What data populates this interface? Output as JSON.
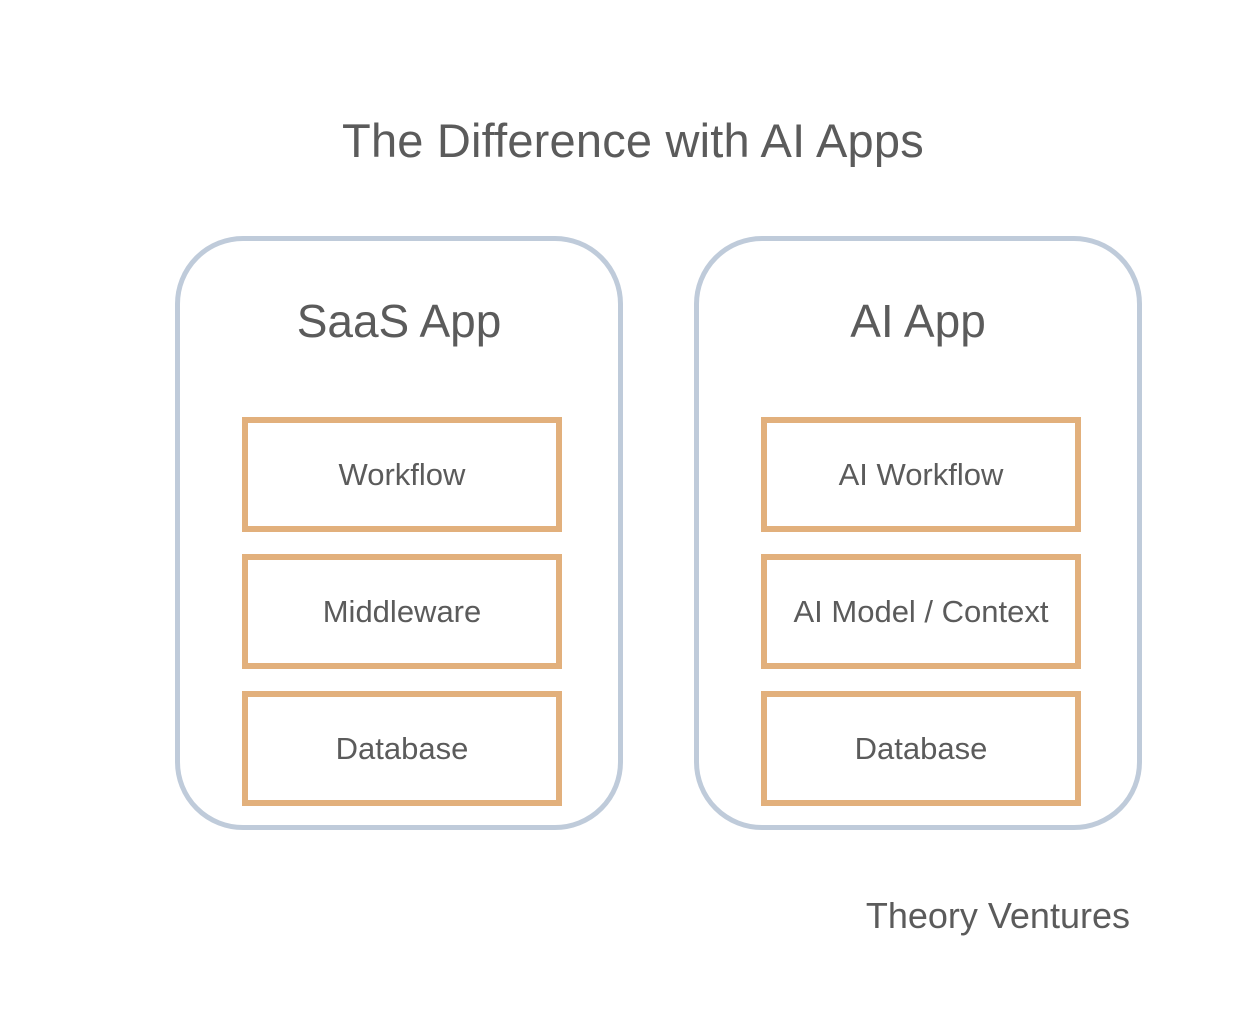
{
  "title": "The Difference with AI Apps",
  "panels": [
    {
      "title": "SaaS App",
      "layers": [
        "Workflow",
        "Middleware",
        "Database"
      ]
    },
    {
      "title": "AI App",
      "layers": [
        "AI Workflow",
        "AI Model / Context",
        "Database"
      ]
    }
  ],
  "footer": "Theory Ventures",
  "colors": {
    "panel_border": "#bfcbda",
    "layer_border": "#e2b07c",
    "text": "#5b5b5b"
  }
}
